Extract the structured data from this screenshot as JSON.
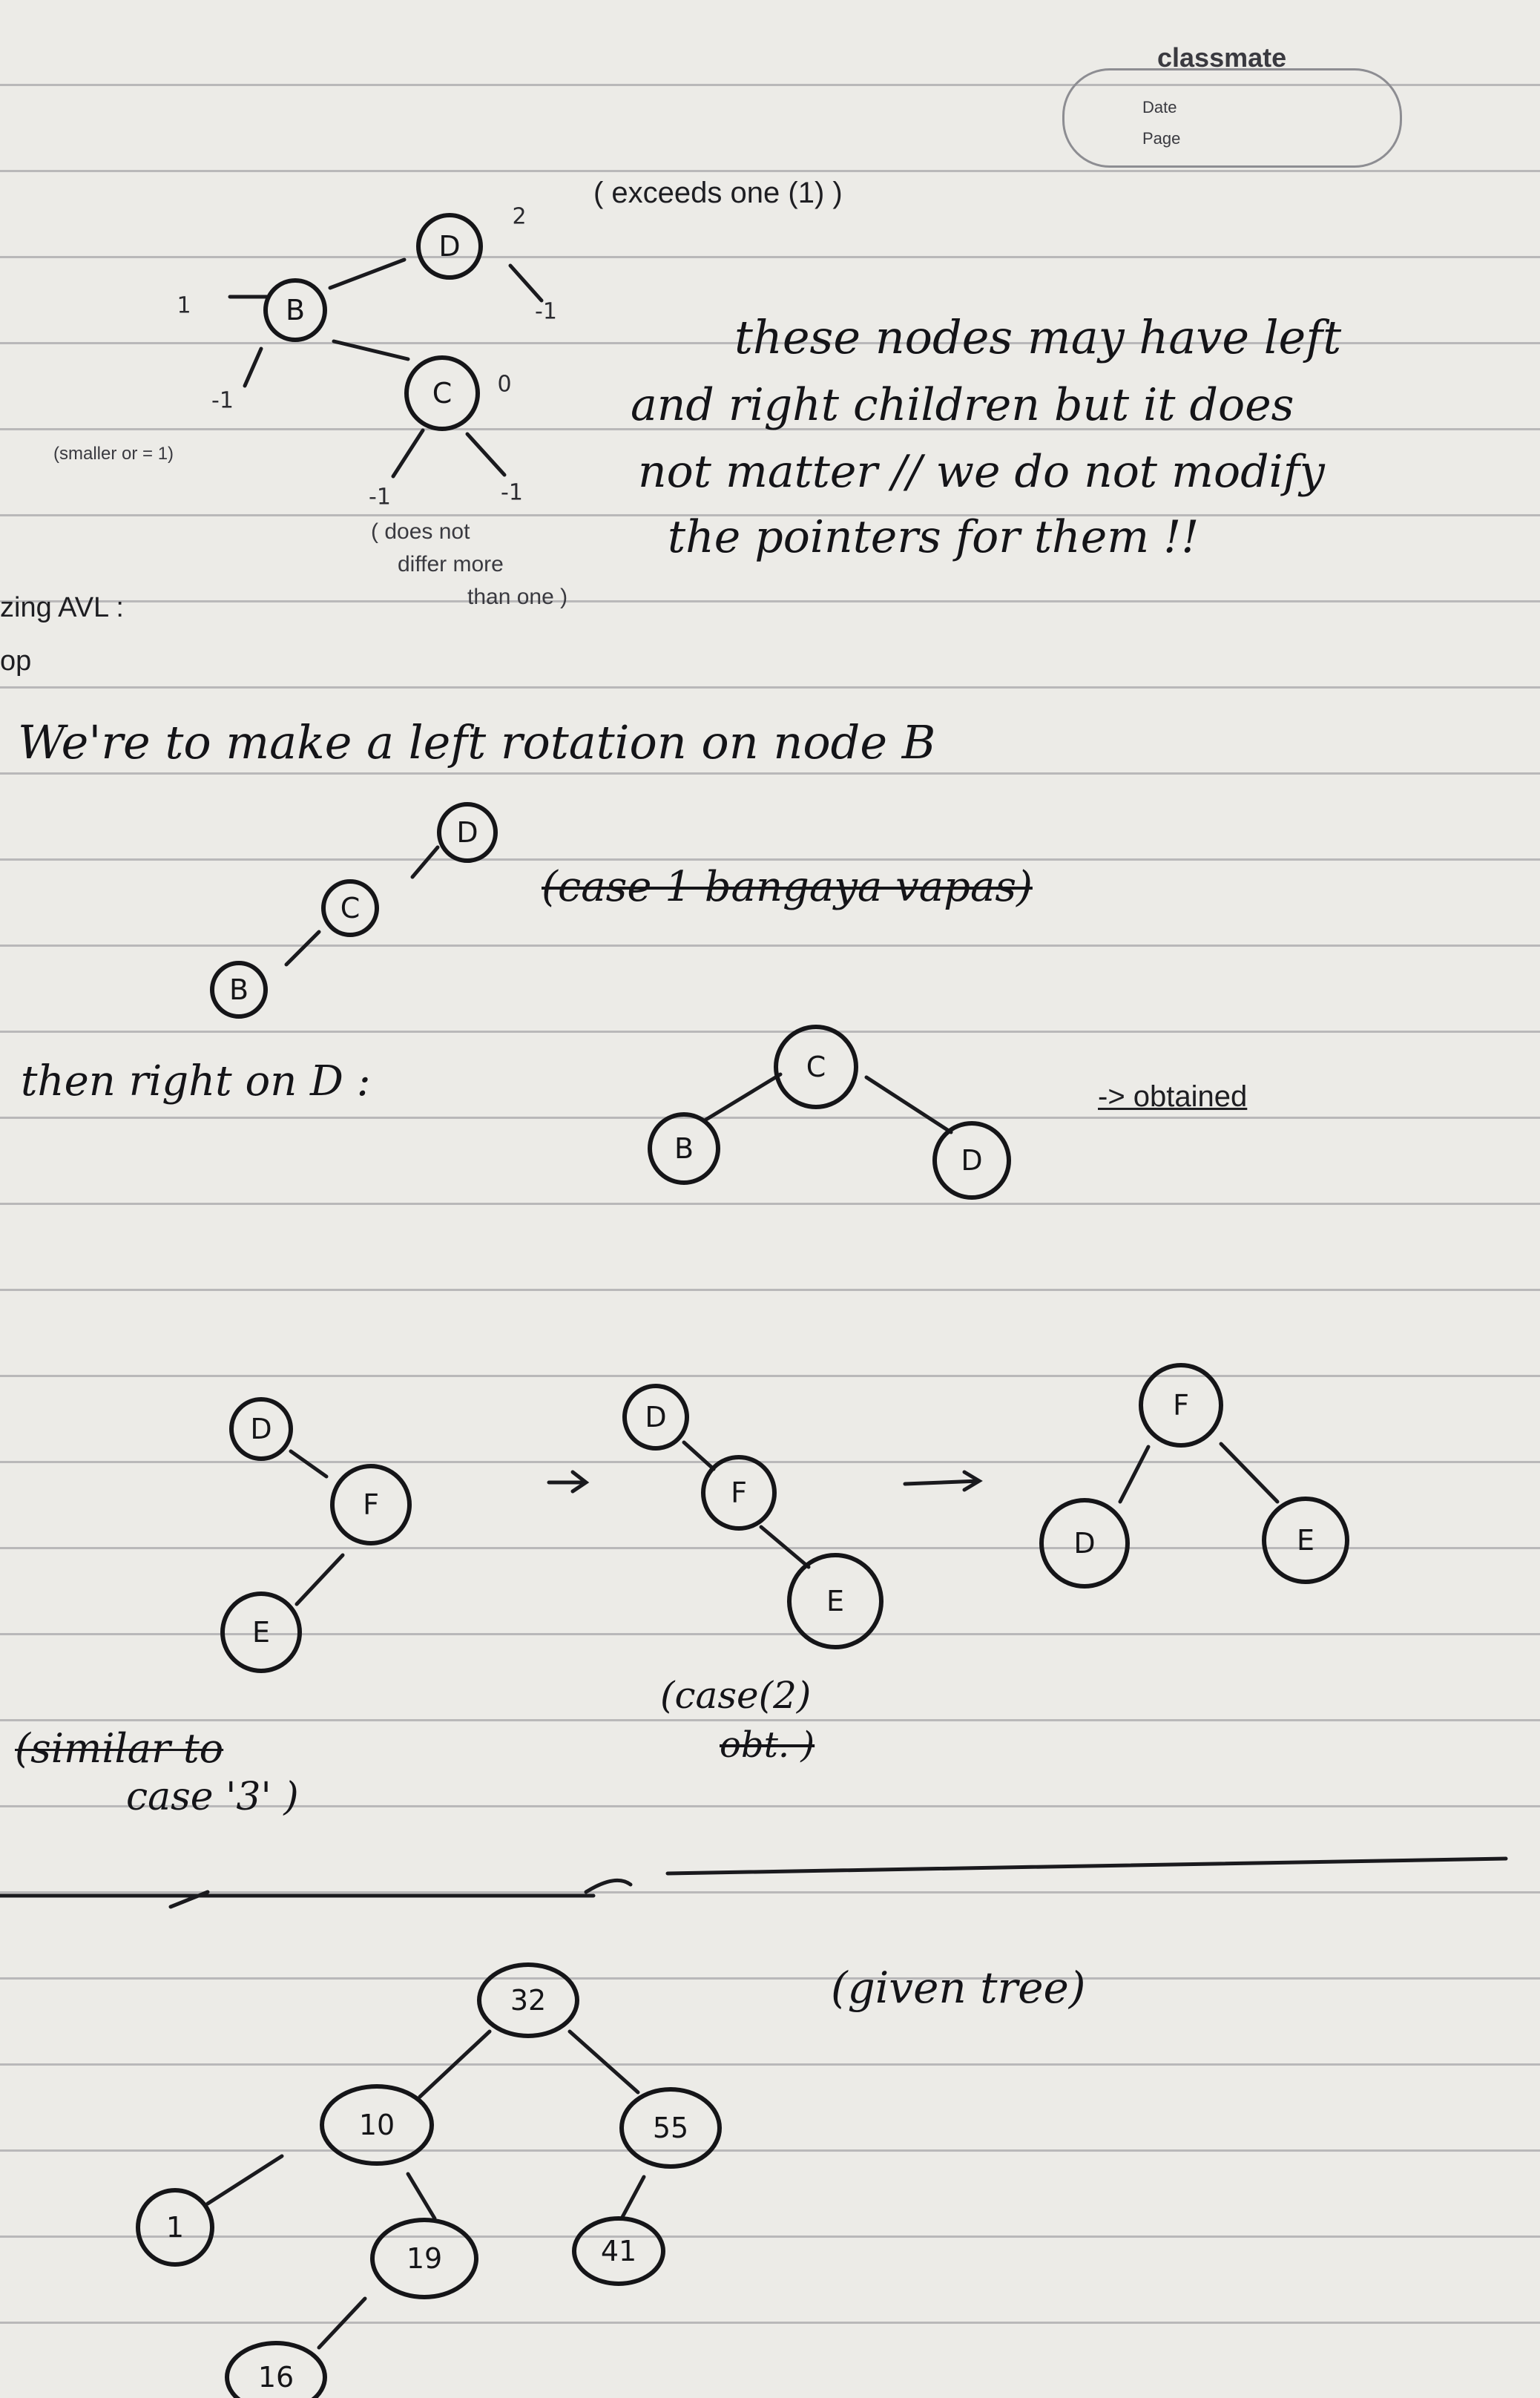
{
  "brand": {
    "name": "classmate",
    "date_label": "Date",
    "page_label": "Page"
  },
  "notes": {
    "exceeds": "( exceeds one (1) )",
    "smaller": "(smaller or = 1)",
    "not_differ": [
      "( does not",
      "differ more",
      "than one )"
    ],
    "children_note": [
      "these nodes may have left",
      "and right children but it does",
      "not matter // we do not modify",
      "the pointers for them !!"
    ],
    "avl_heading": "zing AVL :",
    "op": "op",
    "left_rotation": "We're to make a left rotation on node B",
    "case1": "(case 1 bangaya vapas)",
    "right_on_d": "then right on D :",
    "obtained": "-> obtained",
    "similar_case3": [
      "(similar to",
      "case '3' )"
    ],
    "case2": [
      "(case(2)",
      "obt. )"
    ],
    "given_tree": "(given tree)"
  },
  "diagrams": {
    "top_tree": {
      "nodes": [
        "D",
        "B",
        "C"
      ],
      "balance_factors": [
        "2",
        "1",
        "-1",
        "-1",
        "0",
        "-1",
        "-1"
      ]
    },
    "chain": {
      "nodes": [
        "D",
        "C",
        "B"
      ]
    },
    "rotated": {
      "nodes": [
        "C",
        "B",
        "D"
      ]
    },
    "seq1": {
      "nodes": [
        "D",
        "F",
        "E"
      ]
    },
    "seq2": {
      "nodes": [
        "D",
        "F",
        "E"
      ]
    },
    "seq3": {
      "nodes": [
        "F",
        "D",
        "E"
      ]
    },
    "given": {
      "nodes": [
        "32",
        "10",
        "55",
        "1",
        "19",
        "41",
        "16"
      ]
    }
  }
}
